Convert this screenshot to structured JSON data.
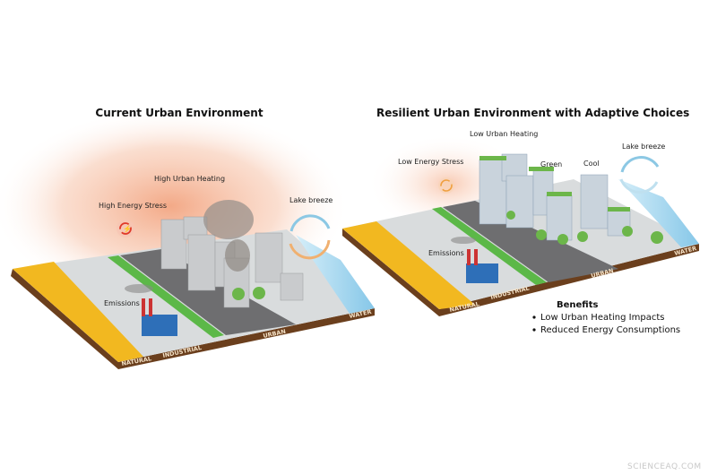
{
  "left_panel": {
    "title": "Current Urban Environment",
    "heating_label": "High Urban Heating",
    "energy_label": "High Energy Stress",
    "breeze_label": "Lake breeze",
    "emissions_label": "Emissions",
    "zones": [
      "NATURAL",
      "INDUSTRIAL",
      "URBAN",
      "WATER"
    ],
    "energy_icon_color": "#e03a2a"
  },
  "right_panel": {
    "title": "Resilient Urban Environment with Adaptive Choices",
    "heating_label": "Low Urban Heating",
    "energy_label": "Low Energy Stress",
    "green_label": "Green",
    "cool_label": "Cool",
    "breeze_label": "Lake breeze",
    "emissions_label": "Emissions",
    "zones": [
      "NATURAL",
      "INDUSTRIAL",
      "URBAN",
      "WATER"
    ],
    "energy_icon_color": "#f0a040",
    "benefits": {
      "heading": "Benefits",
      "items": [
        "Low Urban Heating Impacts",
        "Reduced Energy Consumptions"
      ]
    }
  },
  "colors": {
    "heat_glow": "#f4a07a",
    "crops": "#f2b820",
    "ground": "#d9dcdd",
    "soil": "#6b3f1d",
    "water": "#9fd3ec",
    "road": "#6e6e70",
    "greenway": "#5cb848",
    "factory": "#2e6fb8"
  },
  "watermark": "SCIENCEAQ.COM"
}
